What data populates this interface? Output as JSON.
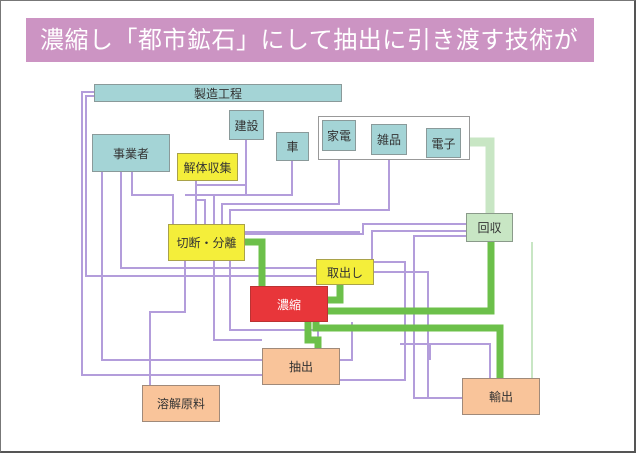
{
  "title": "濃縮し「都市鉱石」にして抽出に引き渡す技術が鍵",
  "nodes": {
    "manufacturing": "製造工程",
    "business": "事業者",
    "construction": "建設",
    "dismantle_collect": "解体収集",
    "car": "車",
    "appliances": "家電",
    "goods": "雑品",
    "electronics": "電子",
    "cut_separate": "切断・分離",
    "recovery": "回収",
    "take_out": "取出し",
    "concentrate": "濃縮",
    "extract": "抽出",
    "export": "輸出",
    "dissolve_material": "溶解原料"
  },
  "colors": {
    "title_bg": "#cc94c3",
    "source_box": "#a4d4d6",
    "process_box": "#f4ee3a",
    "concentrate_box": "#e8363a",
    "output_box": "#f9c49a",
    "recovery_box": "#c8e6c4",
    "flow_line": "#b39ddb",
    "main_flow": "#6cc04a",
    "light_flow": "#c8e6c4"
  }
}
